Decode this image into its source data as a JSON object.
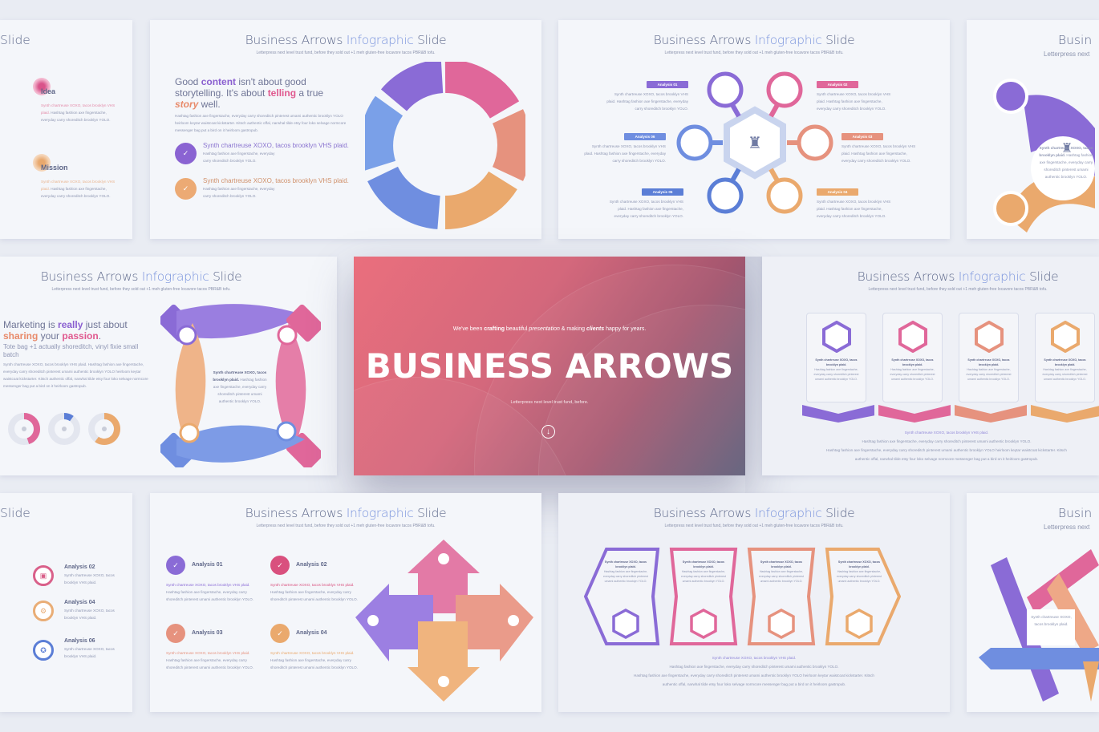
{
  "common": {
    "title_a": "Business Arrows ",
    "title_b": "Infographic",
    "title_c": " Slide",
    "subtitle": "Letterpress next level trust fund, before they sold out +1 meh gluten-free locavore tacos PBR&B tofu.",
    "line1": "Synth chartreuse XOXO, tacos brooklyn VHS plaid.",
    "line2": "Hashtag fashion axe fingerstache, everyday",
    "line3": "carry shoreditch brooklyn YOLO.",
    "card_head": "Synth chartreuse XOXO, tacos brooklyn plaid.",
    "card_body": "Hashtag fashion axe fingerstache, everyday carry shoreditch pinterest umami authentic brooklyn YOLO.",
    "foot1": "Synth chartreuse XOXO, tacos brooklyn VHS plaid.",
    "foot2": "Hashtag fashion axe fingerstache, everyday carry shoreditch pinterest umami authentic brooklyn YOLO.",
    "foot3": "Hashtag fashion axe fingerstache, everyday carry shoreditch pinterest umami authentic brooklyn YOLO heirloom keytar waistcoat kickstarter. Kitsch",
    "foot4": "authentic offal, narwhal tilde etsy four loko selvage normcore messenger bag put a bird on it heirloom gastropub.",
    "para": "Hashtag fashion axe fingerstache, everyday carry shoreditch pinterest umami authentic brooklyn YOLO heirloom keytar waistcoat kickstarter. Kitsch authentic offal, narwhal tilde etsy four loko selvage normcore messenger bag put a bird on it heirloom gastropub."
  },
  "slide_idea": {
    "idea": "Idea",
    "mission": "Mission"
  },
  "slide_story": {
    "h1": "Good ",
    "h2": "content",
    "h3": " isn't about good storytelling. It's about ",
    "h4": "telling",
    "h5": " a true ",
    "h6": "story",
    "h7": " well."
  },
  "slide_hub": {
    "labels": [
      "Analysis 01",
      "Analysis 02",
      "Analysis 03",
      "Analysis 04",
      "Analysis 05",
      "Analysis 06"
    ]
  },
  "slide_partial_right": {
    "title": "Busin",
    "subtitle": "Letterpress next"
  },
  "slide_passion": {
    "h1": "Marketing is ",
    "h2": "really",
    "h3": " just about",
    "h4": "sharing",
    "h5": " your ",
    "h6": "passion",
    "h7": ".",
    "sub": "Tote bag +1 actually shoreditch, vinyl fixie small batch",
    "donut_values": [
      0.45,
      0.1,
      0.6
    ]
  },
  "hero": {
    "tag_1": "We've been ",
    "tag_2": "crafting",
    "tag_3": " beautiful ",
    "tag_4": "presentation",
    "tag_5": " & making ",
    "tag_6": "clients",
    "tag_7": " happy for years.",
    "title": "BUSINESS ARROWS",
    "subtitle": "Letterpress next level trust fund, before."
  },
  "slide_analysis_list": {
    "items": [
      "Analysis 02",
      "Analysis 04",
      "Analysis 06"
    ],
    "desc": "Synth chartreuse XOXO, tacos brooklyn VHS plaid."
  },
  "slide_puzzle": {
    "items": [
      "Analysis 01",
      "Analysis 02",
      "Analysis 03",
      "Analysis 04"
    ]
  },
  "colors": {
    "purple": "#8a6bd6",
    "pink": "#e0679a",
    "salmon": "#e6927e",
    "orange": "#eaa96d",
    "blue": "#6f8ee0"
  }
}
